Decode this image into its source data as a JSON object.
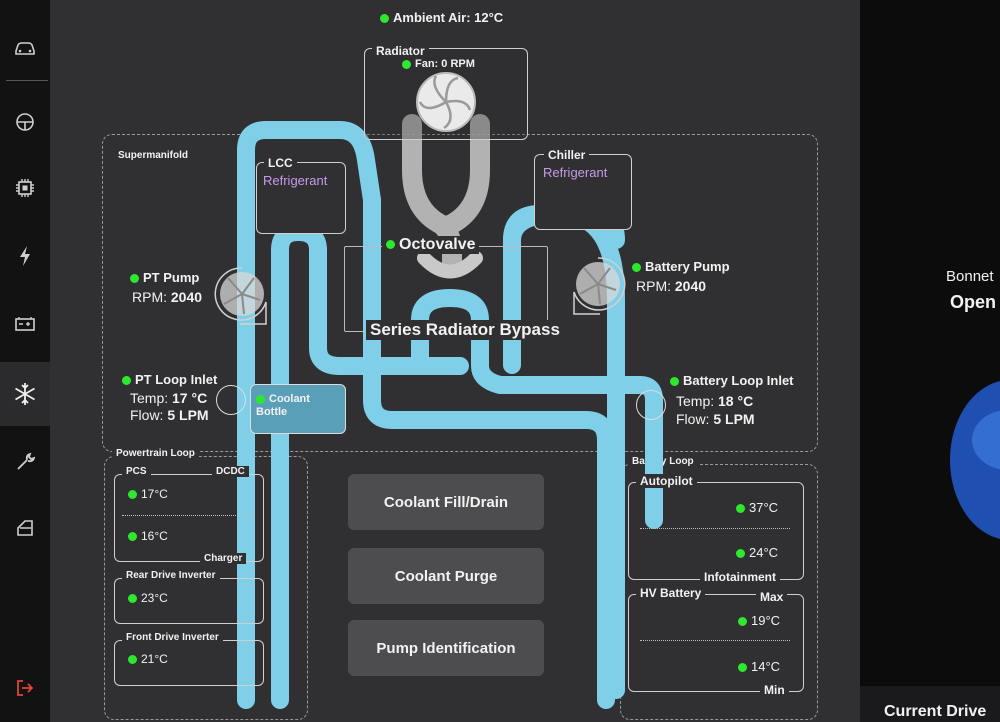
{
  "colors": {
    "pipe_blue": "#7fcfe8",
    "pipe_grey": "#c9c9c9",
    "status_green": "#2ee82e",
    "refrigerant": "#c79be8"
  },
  "sidebar": {
    "icons": [
      "car-icon",
      "steering-wheel-icon",
      "chip-icon",
      "lightning-icon",
      "battery-icon",
      "snowflake-icon",
      "wrench-icon",
      "door-icon",
      "exit-icon"
    ],
    "active": "snowflake-icon"
  },
  "thermal": {
    "ambient": "Ambient Air: 12°C",
    "radiator": {
      "title": "Radiator",
      "fan": "Fan: 0 RPM"
    },
    "supermanifold": "Supermanifold",
    "lcc": {
      "title": "LCC",
      "label": "Refrigerant"
    },
    "chiller": {
      "title": "Chiller",
      "label": "Refrigerant"
    },
    "octovalve": "Octovalve",
    "series_bypass": "Series Radiator Bypass",
    "pt_pump": {
      "title": "PT Pump",
      "rpm_label": "RPM:",
      "rpm": "2040"
    },
    "battery_pump": {
      "title": "Battery Pump",
      "rpm_label": "RPM:",
      "rpm": "2040"
    },
    "pt_inlet": {
      "title": "PT Loop Inlet",
      "temp_label": "Temp:",
      "temp": "17 °C",
      "flow_label": "Flow:",
      "flow": "5 LPM"
    },
    "battery_inlet": {
      "title": "Battery Loop Inlet",
      "temp_label": "Temp:",
      "temp": "18 °C",
      "flow_label": "Flow:",
      "flow": "5 LPM"
    },
    "coolant_bottle": "Coolant Bottle",
    "powertrain_loop": {
      "title": "Powertrain Loop",
      "pcs": "PCS",
      "dcdc": "DCDC",
      "pcs_temp1": "17°C",
      "pcs_temp2": "16°C",
      "charger": "Charger",
      "rear_inverter": "Rear Drive Inverter",
      "rear_temp": "23°C",
      "front_inverter": "Front Drive Inverter",
      "front_temp": "21°C"
    },
    "battery_loop": {
      "title": "Battery Loop",
      "autopilot": "Autopilot",
      "autopilot_temp": "37°C",
      "infotainment_temp": "24°C",
      "infotainment": "Infotainment",
      "hv_battery": "HV Battery",
      "max": "Max",
      "max_temp": "19°C",
      "min_temp": "14°C",
      "min": "Min"
    }
  },
  "buttons": {
    "fill_drain": "Coolant Fill/Drain",
    "purge": "Coolant Purge",
    "pump_id": "Pump Identification"
  },
  "right_panel": {
    "label1": "Bonnet",
    "label2": "Open",
    "label3": "Current Drive"
  }
}
